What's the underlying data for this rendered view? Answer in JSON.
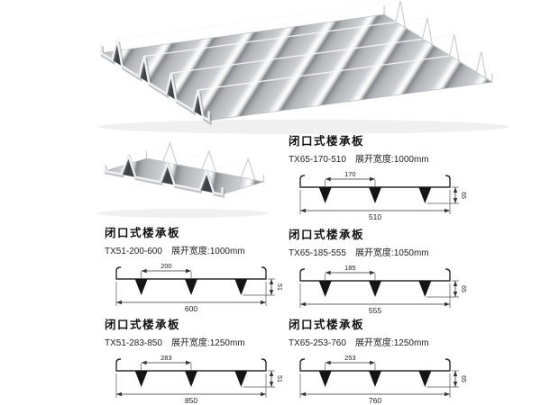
{
  "images": {
    "large_panel": "steel-deck-panel-3d-render",
    "small_panel": "steel-deck-section-3d-render"
  },
  "colors": {
    "line": "#2b2b2b",
    "dim": "#333333",
    "rib_fill": "#151515",
    "metal_light": "#f4f6f7",
    "metal_dark": "#85898c"
  },
  "specs": [
    {
      "title": "闭口式楼承板",
      "model": "TX65-170-510",
      "width_label": "展开宽度:1000mm",
      "pitch": "170",
      "total_width": "510",
      "height": "65"
    },
    {
      "title": "闭口式楼承板",
      "model": "TX51-200-600",
      "width_label": "展开宽度:1000mm",
      "pitch": "200",
      "total_width": "600",
      "height": "51"
    },
    {
      "title": "闭口式楼承板",
      "model": "TX65-185-555",
      "width_label": "展开宽度:1050mm",
      "pitch": "185",
      "total_width": "555",
      "height": "65"
    },
    {
      "title": "闭口式楼承板",
      "model": "TX51-283-850",
      "width_label": "展开宽度:1250mm",
      "pitch": "283",
      "total_width": "850",
      "height": "51"
    },
    {
      "title": "闭口式楼承板",
      "model": "TX65-253-760",
      "width_label": "展开宽度:1250mm",
      "pitch": "253",
      "total_width": "760",
      "height": "65"
    }
  ]
}
